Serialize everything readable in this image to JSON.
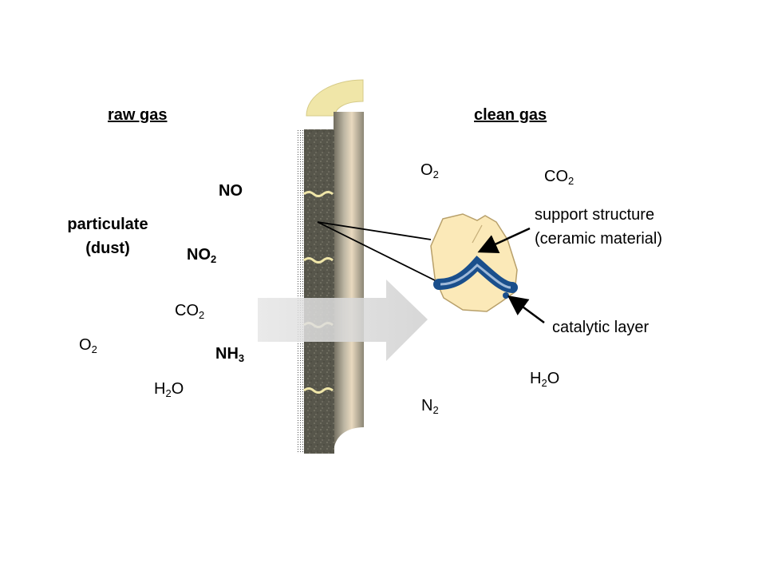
{
  "headings": {
    "raw_gas": "raw gas",
    "clean_gas": "clean gas"
  },
  "raw_side": {
    "no": "NO",
    "particulate_line1": "particulate",
    "particulate_line2": "(dust)",
    "no2": {
      "base": "NO",
      "sub": "2"
    },
    "co2": {
      "base": "CO",
      "sub": "2"
    },
    "o2": {
      "base": "O",
      "sub": "2"
    },
    "nh3": {
      "base": "NH",
      "sub": "3"
    },
    "h2o": {
      "base": "H",
      "sub": "2",
      "tail": "O"
    }
  },
  "clean_side": {
    "o2": {
      "base": "O",
      "sub": "2"
    },
    "co2": {
      "base": "CO",
      "sub": "2"
    },
    "h2o": {
      "base": "H",
      "sub": "2",
      "tail": "O"
    },
    "n2": {
      "base": "N",
      "sub": "2"
    }
  },
  "callouts": {
    "support_line1": "support structure",
    "support_line2": "(ceramic material)",
    "catalytic": "catalytic layer"
  },
  "colors": {
    "wall_dark": "#5c5a4e",
    "pipe_body": "#a8a393",
    "pipe_rim": "#f0e6a8",
    "particle_fill": "#fbe9b8",
    "catalyst": "#1a4f8c",
    "flow_arrow": "#dcdcdc"
  }
}
